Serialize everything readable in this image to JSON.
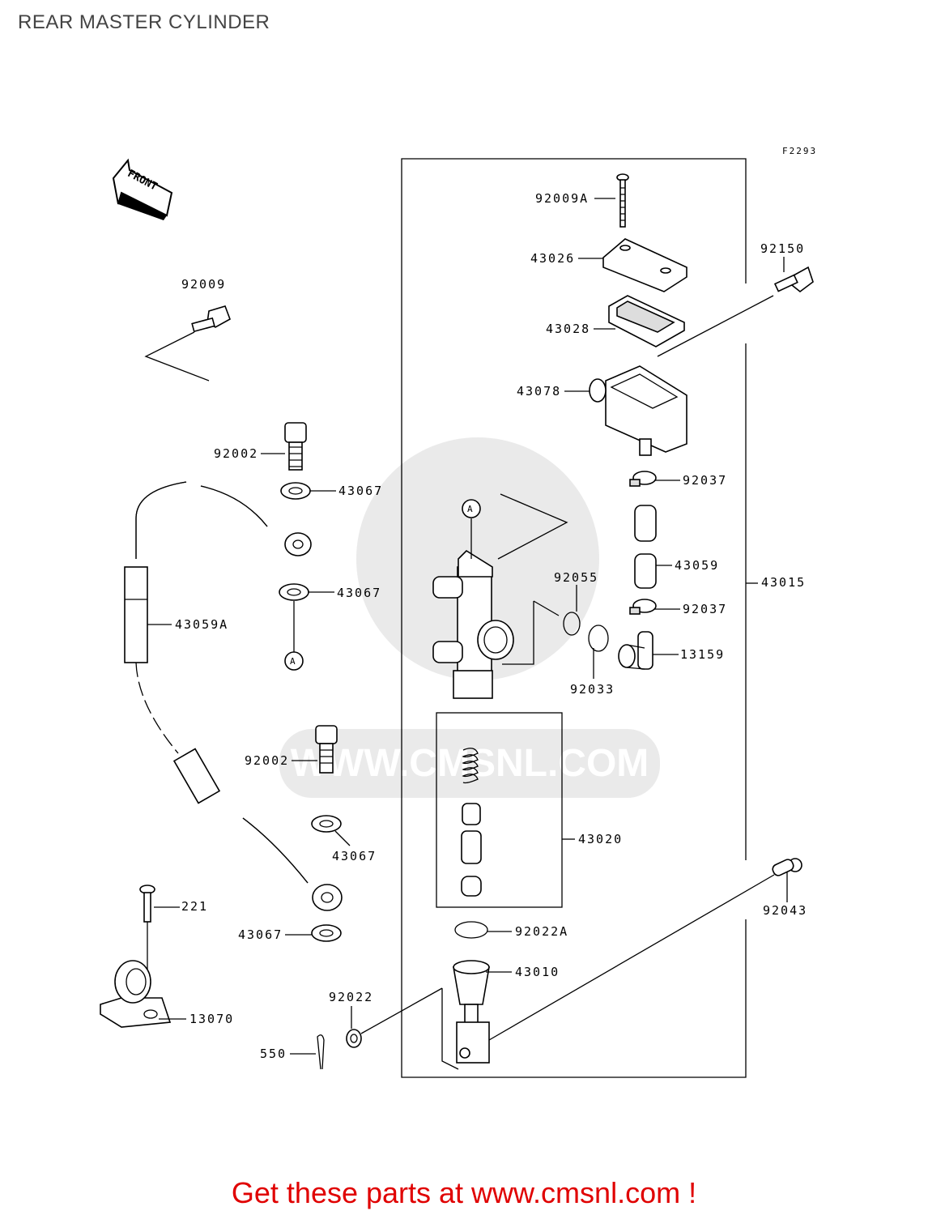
{
  "page": {
    "title": "REAR MASTER CYLINDER"
  },
  "diagram": {
    "ref_code": "F2293",
    "front_label": "FRONT",
    "watermark": "WWW.CMSNL.COM",
    "callout_letter": "A",
    "labels": {
      "p92009A": "92009A",
      "p43026": "43026",
      "p92150": "92150",
      "p43028": "43028",
      "p43078": "43078",
      "p92037a": "92037",
      "p43059": "43059",
      "p92037b": "92037",
      "p43015": "43015",
      "p13159": "13159",
      "p92033": "92033",
      "p92055": "92055",
      "p92009": "92009",
      "p92002a": "92002",
      "p43067a": "43067",
      "p43067b": "43067",
      "p43059A": "43059A",
      "p92002b": "92002",
      "p43067c": "43067",
      "p43020": "43020",
      "p92043": "92043",
      "p221": "221",
      "p43067d": "43067",
      "p92022A": "92022A",
      "p43010": "43010",
      "p92022": "92022",
      "p13070": "13070",
      "p550": "550"
    }
  },
  "footer": {
    "cta": "Get these parts at www.cmsnl.com !",
    "color": "#e00000"
  }
}
